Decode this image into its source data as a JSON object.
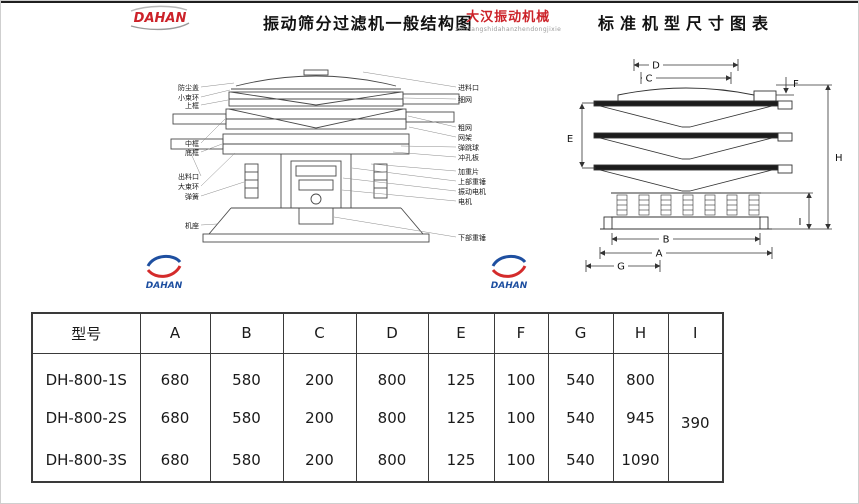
{
  "header": {
    "logo_text": "DAHAN",
    "title_left": "振动筛分过滤机一般结构图",
    "brand": "大汉振动机械",
    "brand_sub": "xinxiangshidahanzhendongjixie",
    "title_right": "标准机型尺寸图表"
  },
  "structure_diagram": {
    "labels_left": [
      "防尘盖",
      "小束环",
      "上框",
      "中框",
      "底框",
      "出料口",
      "大束环",
      "弹簧",
      "机座"
    ],
    "labels_right": [
      "进料口",
      "细网",
      "粗网",
      "网架",
      "弹跳球",
      "冲孔板",
      "加重片",
      "上部重锤",
      "振动电机",
      "电机",
      "下部重锤"
    ],
    "logo_text": "DAHAN"
  },
  "dimension_diagram": {
    "labels": {
      "D": "D",
      "C": "C",
      "F": "F",
      "E": "E",
      "H": "H",
      "I": "I",
      "B": "B",
      "A": "A",
      "G": "G"
    }
  },
  "table": {
    "headers": [
      "型号",
      "A",
      "B",
      "C",
      "D",
      "E",
      "F",
      "G",
      "H",
      "I"
    ],
    "rows": [
      {
        "model": "DH-800-1S",
        "A": "680",
        "B": "580",
        "C": "200",
        "D": "800",
        "E": "125",
        "F": "100",
        "G": "540",
        "H": "800"
      },
      {
        "model": "DH-800-2S",
        "A": "680",
        "B": "580",
        "C": "200",
        "D": "800",
        "E": "125",
        "F": "100",
        "G": "540",
        "H": "945"
      },
      {
        "model": "DH-800-3S",
        "A": "680",
        "B": "580",
        "C": "200",
        "D": "800",
        "E": "125",
        "F": "100",
        "G": "540",
        "H": "1090"
      }
    ],
    "i_merged": "390"
  },
  "colors": {
    "accent_red": "#cc2229",
    "brand_blue": "#1e4fa0",
    "line": "#3a3a3a"
  }
}
